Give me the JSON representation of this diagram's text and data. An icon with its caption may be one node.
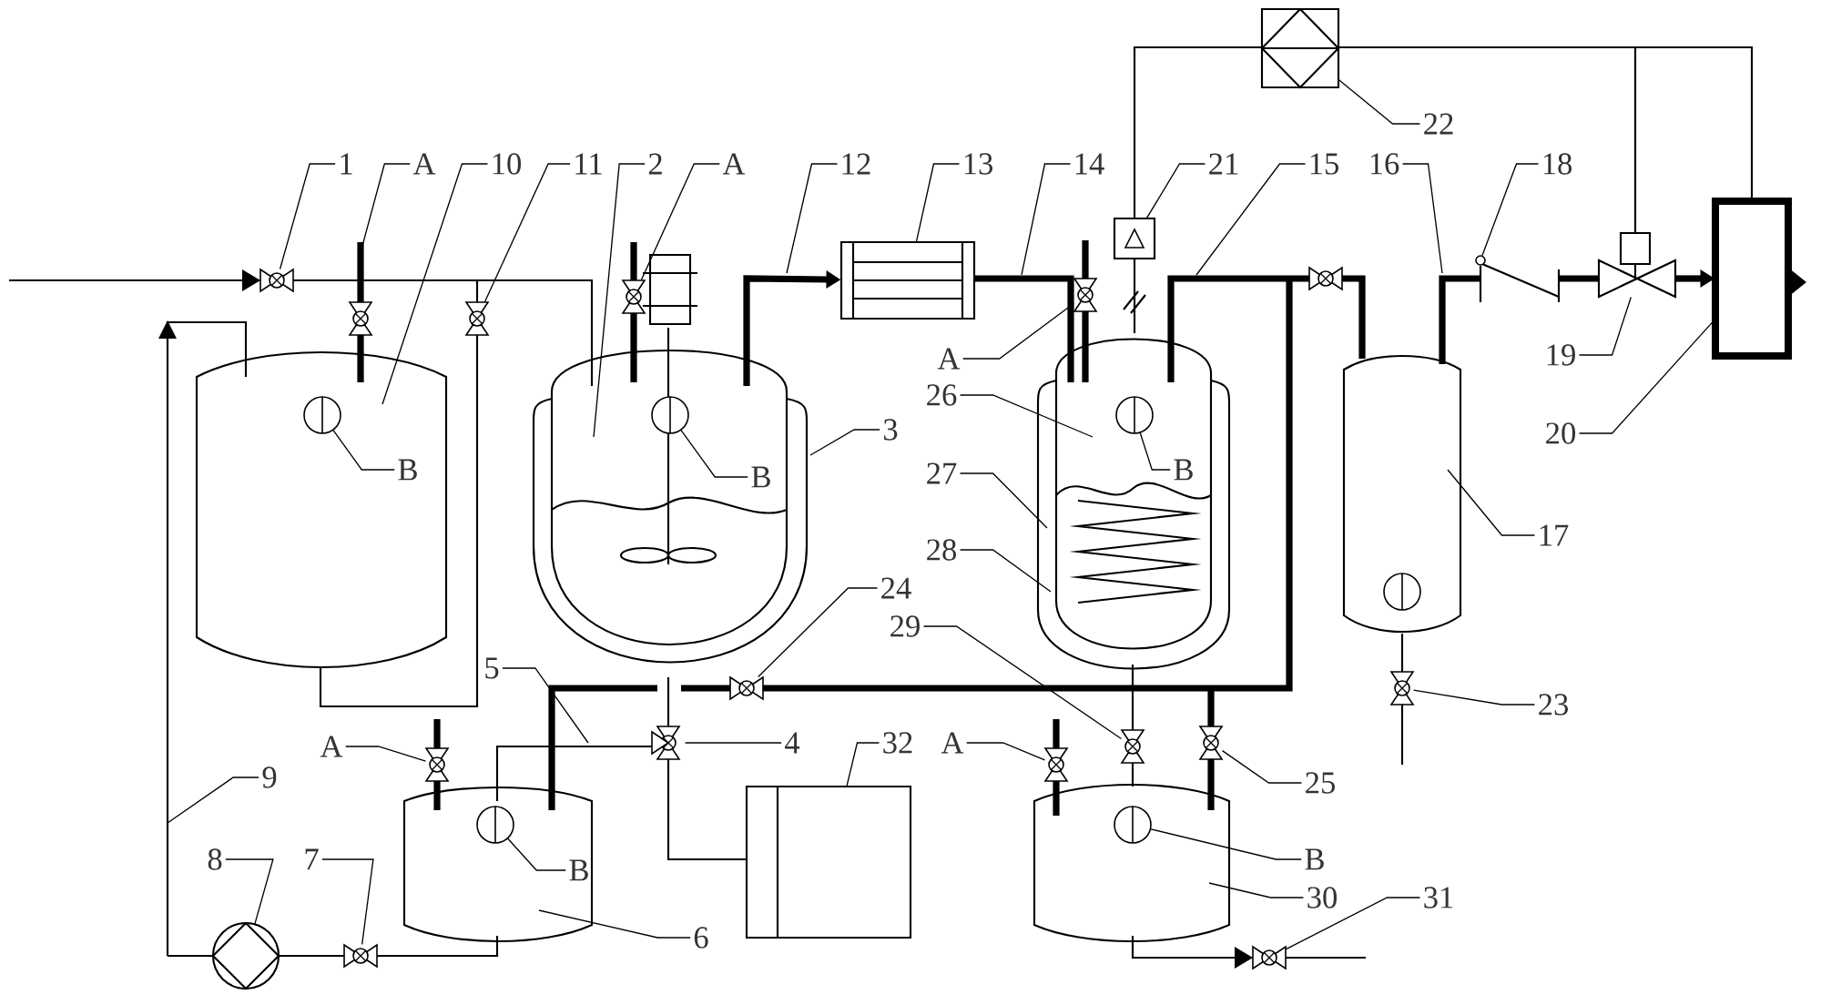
{
  "diagram": {
    "nodes": [
      {
        "text": [
          "22"
        ]
      },
      {
        "text": [
          "1"
        ]
      },
      {
        "text": [
          "A"
        ]
      },
      {
        "text": [
          "10"
        ]
      },
      {
        "text": [
          "11"
        ]
      },
      {
        "text": [
          "2"
        ]
      },
      {
        "text": [
          "A"
        ]
      },
      {
        "text": [
          "12"
        ]
      },
      {
        "text": [
          "13"
        ]
      },
      {
        "text": [
          "14"
        ]
      },
      {
        "text": [
          "21"
        ]
      },
      {
        "text": [
          "15"
        ]
      },
      {
        "text": [
          "16"
        ]
      },
      {
        "text": [
          "18"
        ]
      },
      {
        "text": [
          "3"
        ]
      },
      {
        "text": [
          "19"
        ]
      },
      {
        "text": [
          "A"
        ]
      },
      {
        "text": [
          "26"
        ]
      },
      {
        "text": [
          "B"
        ]
      },
      {
        "text": [
          "B"
        ]
      },
      {
        "text": [
          "B"
        ]
      },
      {
        "text": [
          "20"
        ]
      },
      {
        "text": [
          "27"
        ]
      },
      {
        "text": [
          "17"
        ]
      },
      {
        "text": [
          "28"
        ]
      },
      {
        "text": [
          "24"
        ]
      },
      {
        "text": [
          "29"
        ]
      },
      {
        "text": [
          "5"
        ]
      },
      {
        "text": [
          "23"
        ]
      },
      {
        "text": [
          "A"
        ]
      },
      {
        "text": [
          "4"
        ]
      },
      {
        "text": [
          "32"
        ]
      },
      {
        "text": [
          "A"
        ]
      },
      {
        "text": [
          "9"
        ]
      },
      {
        "text": [
          "25"
        ]
      },
      {
        "text": [
          "8"
        ]
      },
      {
        "text": [
          "7"
        ]
      },
      {
        "text": [
          "B"
        ]
      },
      {
        "text": [
          "B"
        ]
      },
      {
        "text": [
          "30"
        ]
      },
      {
        "text": [
          "31"
        ]
      },
      {
        "text": [
          "6"
        ]
      },
      {
        "text": [],
        "shape": "box"
      },
      {
        "text": [],
        "shape": "valve"
      },
      {
        "text": [],
        "shape": "valve"
      },
      {
        "text": [],
        "shape": "valve"
      },
      {
        "text": [],
        "shape": "box"
      },
      {
        "text": [],
        "shape": "valve"
      },
      {
        "text": [],
        "shape": "box"
      },
      {
        "text": [],
        "shape": "circle"
      },
      {
        "text": [],
        "shape": "valve"
      },
      {
        "text": [],
        "shape": "box"
      },
      {
        "text": [],
        "shape": "circle"
      },
      {
        "text": [],
        "shape": "circle"
      },
      {
        "text": [],
        "shape": "circle"
      },
      {
        "text": [],
        "shape": "valve"
      },
      {
        "text": [],
        "shape": "valve"
      },
      {
        "text": [],
        "shape": "valve"
      },
      {
        "text": [],
        "shape": "valve"
      },
      {
        "text": [],
        "shape": "valve"
      },
      {
        "text": [],
        "shape": "valve"
      },
      {
        "text": [],
        "shape": "valve"
      },
      {
        "text": [],
        "shape": "box"
      },
      {
        "text": [],
        "shape": "circle"
      },
      {
        "text": [],
        "shape": "circle"
      },
      {
        "text": [],
        "shape": "circle"
      },
      {
        "text": [],
        "shape": "valve"
      },
      {
        "text": [],
        "shape": "valve"
      }
    ],
    "edges": [
      {
        "from": 0,
        "to": 42,
        "arrow": "none"
      },
      {
        "from": 1,
        "to": 43,
        "arrow": "none"
      },
      {
        "from": 2,
        "to": null,
        "arrow": "none"
      },
      {
        "from": 3,
        "to": null,
        "arrow": "none"
      },
      {
        "from": 4,
        "to": 44,
        "arrow": "none"
      },
      {
        "from": 5,
        "to": null,
        "arrow": "none"
      },
      {
        "from": 6,
        "to": 45,
        "arrow": "none"
      },
      {
        "from": 7,
        "to": null,
        "arrow": "none"
      },
      {
        "from": 8,
        "to": 46,
        "arrow": "none"
      },
      {
        "from": 9,
        "to": null,
        "arrow": "none"
      },
      {
        "from": 10,
        "to": 48,
        "arrow": "none"
      },
      {
        "from": 11,
        "to": null,
        "arrow": "none"
      },
      {
        "from": 12,
        "to": null,
        "arrow": "none"
      },
      {
        "from": 13,
        "to": 49,
        "arrow": "none"
      },
      {
        "from": 14,
        "to": null,
        "arrow": "none"
      },
      {
        "from": 15,
        "to": 50,
        "arrow": "none"
      },
      {
        "from": 16,
        "to": 47,
        "arrow": "none"
      },
      {
        "from": 17,
        "to": null,
        "arrow": "none"
      },
      {
        "from": 18,
        "to": 52,
        "arrow": "none"
      },
      {
        "from": 19,
        "to": 53,
        "arrow": "none"
      },
      {
        "from": 20,
        "to": 54,
        "arrow": "none"
      },
      {
        "from": 21,
        "to": 51,
        "arrow": "none"
      },
      {
        "from": 22,
        "to": null,
        "arrow": "none"
      },
      {
        "from": 23,
        "to": null,
        "arrow": "none"
      },
      {
        "from": 24,
        "to": null,
        "arrow": "none"
      },
      {
        "from": 25,
        "to": 55,
        "arrow": "none"
      },
      {
        "from": 26,
        "to": 58,
        "arrow": "none"
      },
      {
        "from": 27,
        "to": null,
        "arrow": "none"
      },
      {
        "from": 28,
        "to": 56,
        "arrow": "none"
      },
      {
        "from": 29,
        "to": 60,
        "arrow": "none"
      },
      {
        "from": 30,
        "to": 57,
        "arrow": "none"
      },
      {
        "from": 31,
        "to": 62,
        "arrow": "none"
      },
      {
        "from": 32,
        "to": 61,
        "arrow": "none"
      },
      {
        "from": 33,
        "to": null,
        "arrow": "none"
      },
      {
        "from": 34,
        "to": 59,
        "arrow": "none"
      },
      {
        "from": 35,
        "to": 65,
        "arrow": "none"
      },
      {
        "from": 36,
        "to": 66,
        "arrow": "none"
      },
      {
        "from": 37,
        "to": 63,
        "arrow": "none"
      },
      {
        "from": 38,
        "to": 64,
        "arrow": "none"
      },
      {
        "from": 39,
        "to": null,
        "arrow": "none"
      },
      {
        "from": 40,
        "to": 67,
        "arrow": "none"
      },
      {
        "from": 41,
        "to": null,
        "arrow": "none"
      },
      {
        "from": 50,
        "to": 51,
        "arrow": "to",
        "style": "thick"
      },
      {
        "from": null,
        "to": 46,
        "arrow": "to",
        "style": "thick"
      }
    ]
  }
}
